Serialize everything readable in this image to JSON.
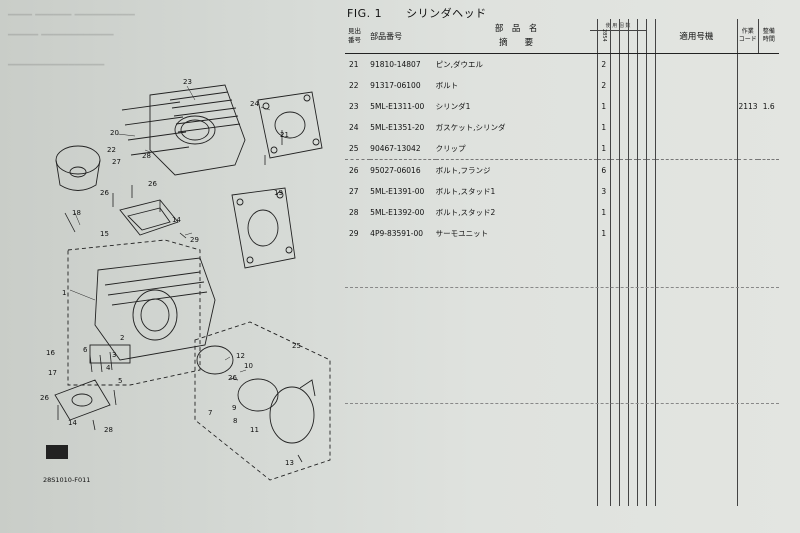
{
  "figure": {
    "label": "FIG. 1",
    "title": "シリンダヘッド"
  },
  "table": {
    "headers": {
      "ref_top": "見出",
      "ref_bottom": "番号",
      "part_no": "部品番号",
      "desc_top": "部　品　名",
      "desc_bottom": "摘　　要",
      "qty": "2854",
      "use_group": "使 用 個 数",
      "model": "適用号機",
      "code_top": "作業",
      "code_bottom": "コード",
      "time_top": "整備",
      "time_bottom": "時間"
    },
    "rows": [
      {
        "ref": "21",
        "part": "91810-14807",
        "name": "ピン,ダウエル",
        "qty": "2",
        "code": "",
        "time": ""
      },
      {
        "ref": "22",
        "part": "91317-06100",
        "name": "ボルト",
        "qty": "2",
        "code": "",
        "time": ""
      },
      {
        "ref": "23",
        "part": "5ML-E1311-00",
        "name": "シリンダ1",
        "qty": "1",
        "code": "2113",
        "time": "1.6"
      },
      {
        "ref": "24",
        "part": "5ML-E1351-20",
        "name": "ガスケット,シリンダ",
        "qty": "1",
        "code": "",
        "time": ""
      },
      {
        "ref": "25",
        "part": "90467-13042",
        "name": "クリップ",
        "qty": "1",
        "code": "",
        "time": ""
      },
      {
        "ref": "26",
        "part": "95027-06016",
        "name": "ボルト,フランジ",
        "qty": "6",
        "code": "",
        "time": ""
      },
      {
        "ref": "27",
        "part": "5ML-E1391-00",
        "name": "ボルト,スタッド1",
        "qty": "3",
        "code": "",
        "time": ""
      },
      {
        "ref": "28",
        "part": "5ML-E1392-00",
        "name": "ボルト,スタッド2",
        "qty": "1",
        "code": "",
        "time": ""
      },
      {
        "ref": "29",
        "part": "4P9-83591-00",
        "name": "サーモユニット",
        "qty": "1",
        "code": "",
        "time": ""
      }
    ]
  },
  "diagram": {
    "code": "28S1010-F011",
    "callouts": [
      "23",
      "24",
      "20",
      "21",
      "27",
      "28",
      "22",
      "26",
      "26",
      "19",
      "18",
      "14",
      "15",
      "29",
      "1",
      "2",
      "16",
      "17",
      "6",
      "3",
      "4",
      "5",
      "12",
      "25",
      "10",
      "9",
      "8",
      "26",
      "7",
      "11",
      "13",
      "14",
      "26",
      "28"
    ]
  }
}
